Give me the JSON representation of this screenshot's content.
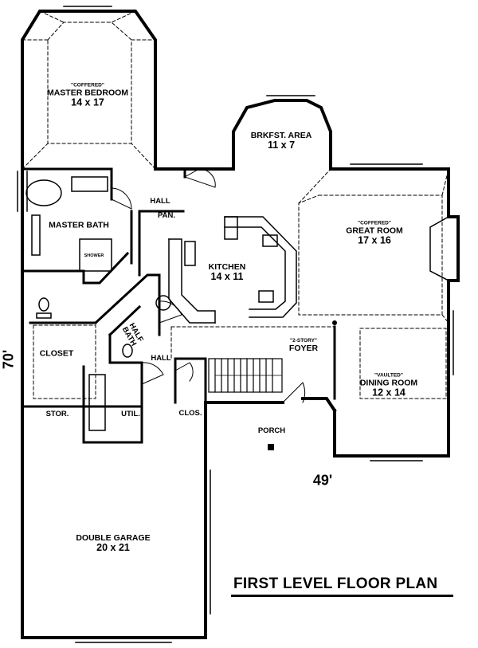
{
  "title": "FIRST LEVEL FLOOR PLAN",
  "dimensions": {
    "depth": "70'",
    "width": "49'"
  },
  "rooms": {
    "master_bedroom": {
      "tag": "\"COFFERED\"",
      "name": "MASTER BEDROOM",
      "size": "14 x 17"
    },
    "brkfst": {
      "name": "BRKFST. AREA",
      "size": "11 x 7"
    },
    "great_room": {
      "tag": "\"COFFERED\"",
      "name": "GREAT ROOM",
      "size": "17 x 16"
    },
    "master_bath": {
      "name": "MASTER BATH"
    },
    "hall_upper": {
      "name": "HALL"
    },
    "pantry": {
      "name": "PAN."
    },
    "kitchen": {
      "name": "KITCHEN",
      "size": "14 x 11"
    },
    "shower": {
      "name": "SHOWER"
    },
    "half_bath": {
      "line1": "HALF",
      "line2": "BATH"
    },
    "closet": {
      "name": "CLOSET"
    },
    "hall_lower": {
      "name": "HALL"
    },
    "foyer": {
      "tag": "\"2-STORY\"",
      "name": "FOYER"
    },
    "dining": {
      "tag": "\"VAULTED\"",
      "name": "DINING ROOM",
      "size": "12 x 14"
    },
    "storage": {
      "name": "STOR."
    },
    "utility": {
      "name": "UTIL."
    },
    "coat_closet": {
      "name": "CLOS."
    },
    "porch": {
      "name": "PORCH"
    },
    "garage": {
      "name": "DOUBLE GARAGE",
      "size": "20 x 21"
    }
  }
}
